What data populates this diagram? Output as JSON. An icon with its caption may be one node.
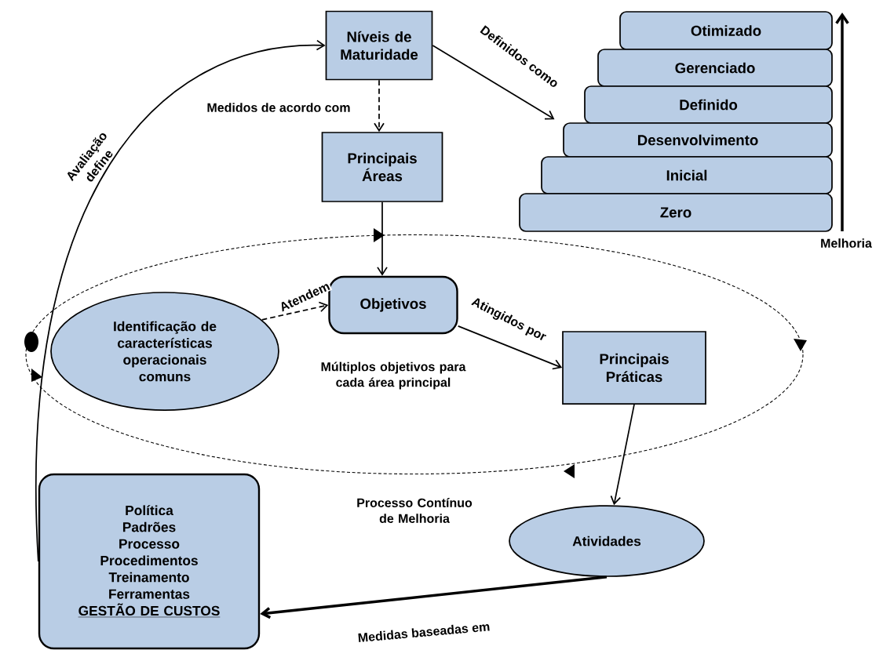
{
  "diagram": {
    "nodes": [
      {
        "text": [
          "Níveis de Maturidade"
        ]
      },
      {
        "text": [
          "Principais Áreas"
        ]
      },
      {
        "text": [
          "Processo Contínuo de Melhoria"
        ]
      },
      {
        "text": [
          "Identificação de características operacionais comuns"
        ],
        "in": 2
      },
      {
        "text": [
          "Objetivos"
        ],
        "in": 2,
        "beside": [
          "Múltiplos objetivos para cada área principal"
        ]
      },
      {
        "text": [
          "Principais Práticas"
        ],
        "in": 2
      },
      {
        "text": [
          "Atividades"
        ]
      },
      {
        "text": [
          "Política",
          "Padrões",
          "Processo",
          "Procedimentos",
          "Treinamento",
          "Ferramentas",
          "GESTÃO DE CUSTOS"
        ]
      },
      {
        "text": [
          "Otimizado"
        ]
      },
      {
        "text": [
          "Gerenciado"
        ]
      },
      {
        "text": [
          "Definido"
        ]
      },
      {
        "text": [
          "Desenvolvimento"
        ]
      },
      {
        "text": [
          "Inicial"
        ]
      },
      {
        "text": [
          "Zero"
        ]
      }
    ],
    "edges": [
      {
        "from": 0,
        "to": 1,
        "arrow": "to",
        "style": "dashed",
        "label": "Medidos de acordo com"
      },
      {
        "from": 0,
        "to": 11,
        "arrow": "to",
        "label": "Definidos como"
      },
      {
        "from": 1,
        "to": 4,
        "arrow": "to"
      },
      {
        "from": 3,
        "to": 4,
        "arrow": "to",
        "style": "dashed",
        "label": "Atendem"
      },
      {
        "from": 4,
        "to": 5,
        "arrow": "to",
        "label": "Atingidos por"
      },
      {
        "from": 5,
        "to": 6,
        "arrow": "to"
      },
      {
        "from": 6,
        "to": 7,
        "arrow": "to",
        "style": "thick",
        "label": "Medidas baseadas em"
      },
      {
        "from": 7,
        "to": 0,
        "arrow": "to",
        "label": "Avaliação define"
      }
    ],
    "labels": [
      "Melhoria"
    ]
  }
}
